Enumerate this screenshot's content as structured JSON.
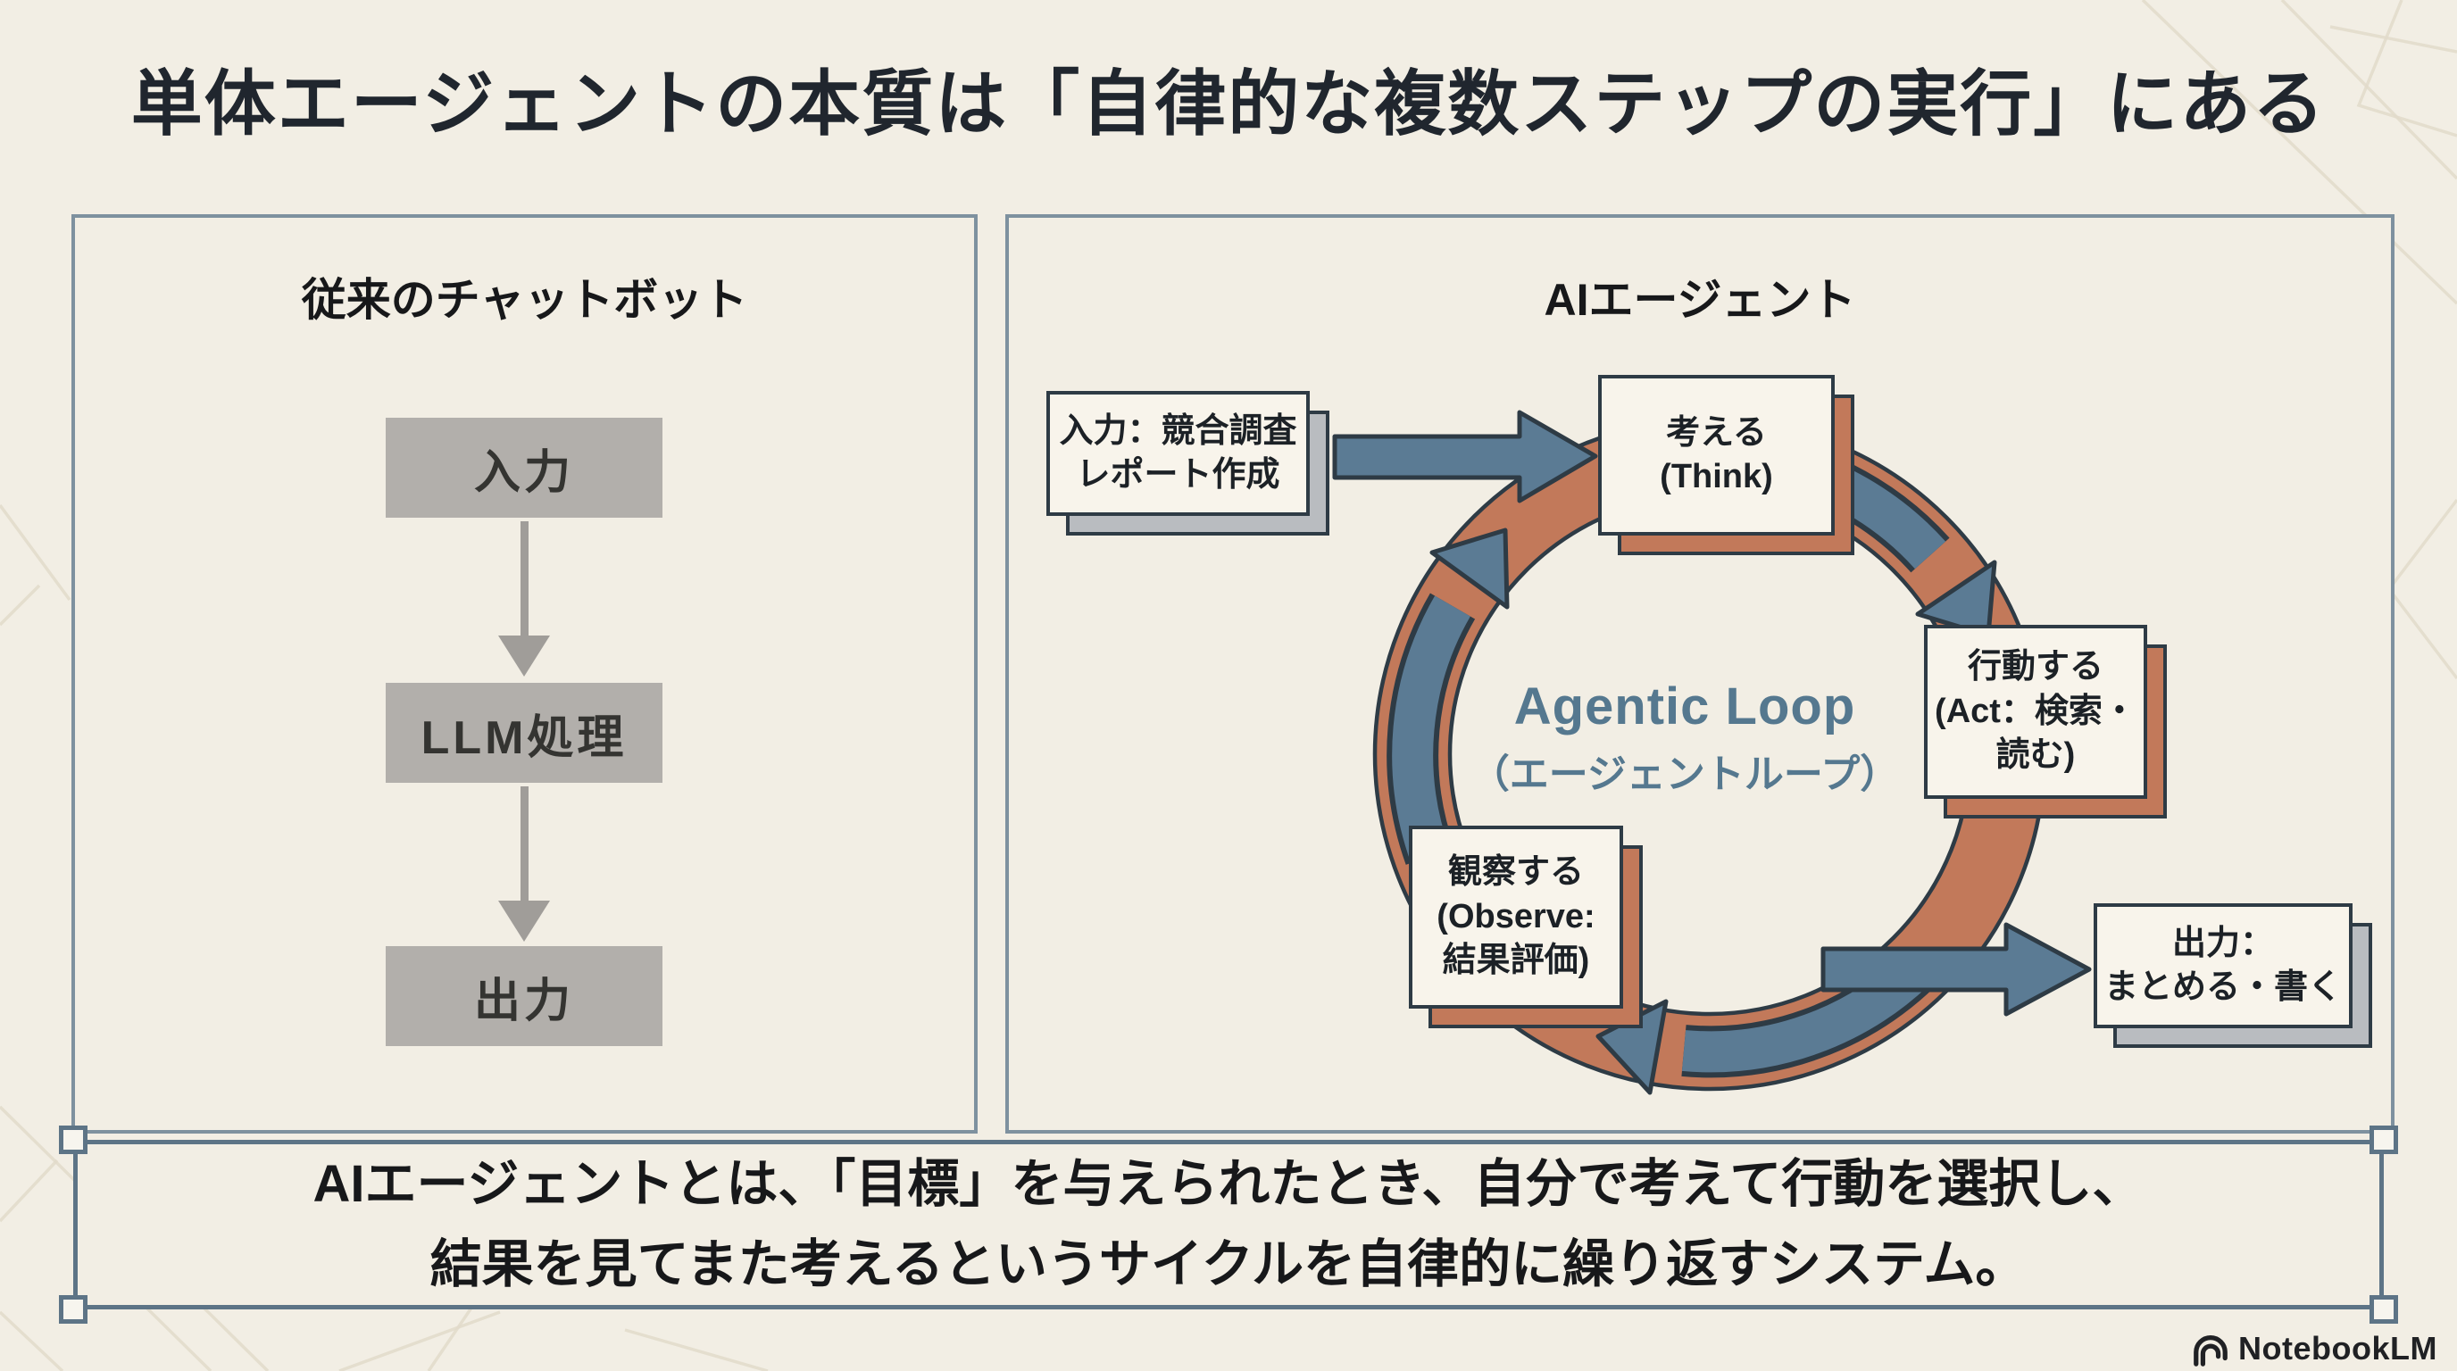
{
  "slide": {
    "title": "単体エージェントの本質は「自律的な複数ステップの実行」にある",
    "brand": "NotebookLM"
  },
  "left_panel": {
    "title": "従来のチャットボット",
    "flow": [
      {
        "label": "入力"
      },
      {
        "label": "LLM処理"
      },
      {
        "label": "出力"
      }
    ]
  },
  "right_panel": {
    "title": "AIエージェント",
    "input_box": {
      "line1": "入力：競合調査",
      "line2": "レポート作成"
    },
    "loop": {
      "title": "Agentic Loop",
      "subtitle": "（エージェントループ）"
    },
    "think": {
      "line1": "考える",
      "line2": "(Think)"
    },
    "act": {
      "line1": "行動する",
      "line2": "(Act：検索・",
      "line3": "読む)"
    },
    "observe": {
      "line1": "観察する",
      "line2": "(Observe:",
      "line3": "結果評価)"
    },
    "output_box": {
      "line1": "出力：",
      "line2": "まとめる・書く"
    }
  },
  "summary": {
    "line1": "AIエージェントとは、「目標」を与えられたとき、自分で考えて行動を選択し、",
    "line2": "結果を見てまた考えるというサイクルを自律的に繰り返すシステム。"
  },
  "colors": {
    "bg": "#f2eee4",
    "ink": "#20262e",
    "panel_border": "#7e919f",
    "gray_box": "#b2afab",
    "gray_arrow": "#a09d99",
    "terracotta": "#c2795a",
    "steel": "#5b7b94",
    "dark_outline": "#2e3b45",
    "loop_label": "#55788f",
    "box_fill": "#f8f4eb",
    "box3d_gray": "#b9bcc0",
    "summary_border": "#5d7486",
    "pattern": "#e2dbca",
    "logo_ink": "#202124"
  }
}
